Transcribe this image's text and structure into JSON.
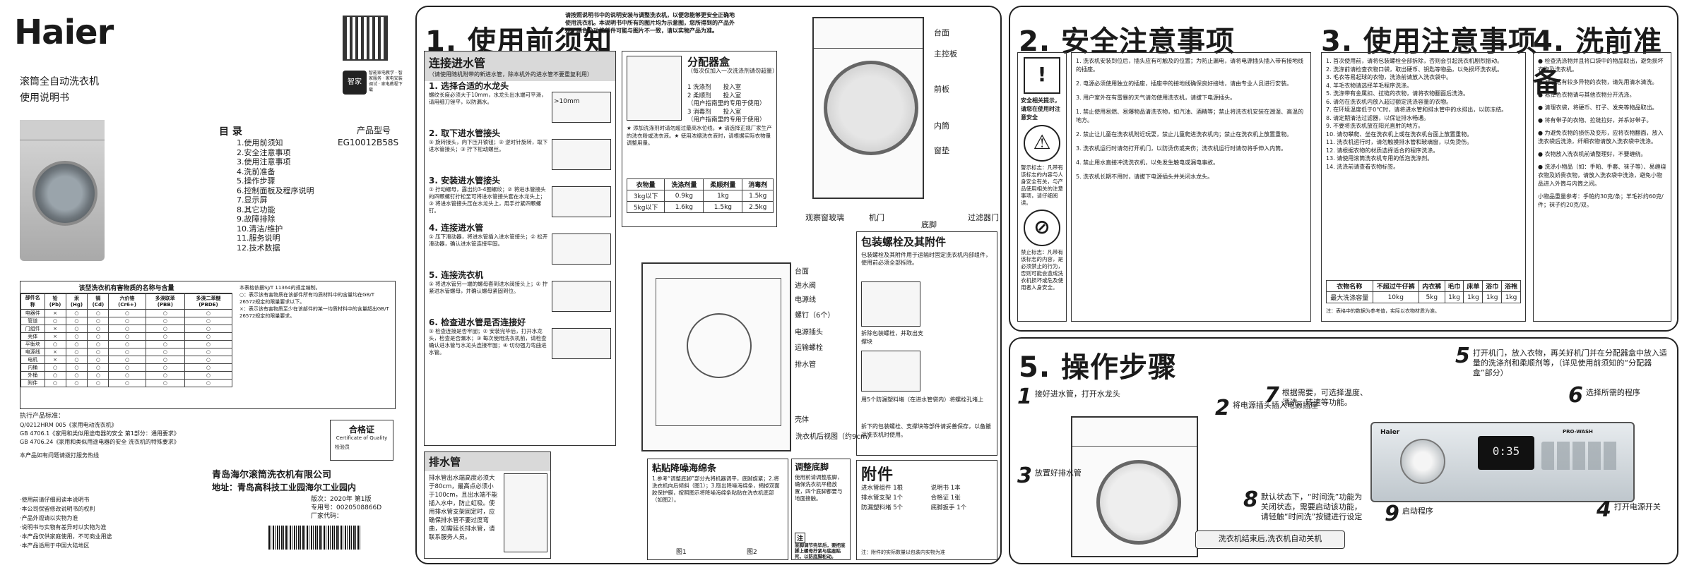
{
  "cover": {
    "logo": "Haier",
    "product_name": "滚筒全自动洗衣机",
    "manual_title": "使用说明书",
    "smart_badge": "智家",
    "qr_caption": "智能家电教学 · 智家服务 · 家电安装调试 · 家电教程下载",
    "model_label": "产品型号",
    "model_number": "EG10012B58S",
    "toc_title": "目 录",
    "toc": [
      "1.使用前须知",
      "2.安全注意事项",
      "3.使用注意事项",
      "4.洗前准备",
      "5.操作步骤",
      "6.控制面板及程序说明",
      "7.显示屏",
      "8.其它功能",
      "9.故障排除",
      "10.清洁/维护",
      "11.服务说明",
      "12.技术数据"
    ],
    "hazard_table_title": "该型洗衣机有害物质的名称与含量",
    "hazard_headers": [
      "部件名称",
      "铅(Pb)",
      "汞(Hg)",
      "镉(Cd)",
      "六价铬(Cr6+)",
      "多溴联苯(PBB)",
      "多溴二苯醚(PBDE)"
    ],
    "hazard_rows": [
      [
        "电器件",
        "×",
        "○",
        "○",
        "○",
        "○",
        "○"
      ],
      [
        "管道",
        "○",
        "○",
        "○",
        "○",
        "○",
        "○"
      ],
      [
        "门组件",
        "×",
        "○",
        "○",
        "○",
        "○",
        "○"
      ],
      [
        "壳体",
        "×",
        "○",
        "○",
        "○",
        "○",
        "○"
      ],
      [
        "平衡块",
        "○",
        "○",
        "○",
        "○",
        "○",
        "○"
      ],
      [
        "电源线",
        "×",
        "○",
        "○",
        "○",
        "○",
        "○"
      ],
      [
        "电机",
        "×",
        "○",
        "○",
        "○",
        "○",
        "○"
      ],
      [
        "内桶",
        "○",
        "○",
        "○",
        "○",
        "○",
        "○"
      ],
      [
        "外桶",
        "○",
        "○",
        "○",
        "○",
        "○",
        "○"
      ],
      [
        "附件",
        "○",
        "○",
        "○",
        "○",
        "○",
        "○"
      ]
    ],
    "hazard_notes": [
      "本表格依据SJ/T 11364的规定编制。",
      "○：表示该有害物质在该部件所有均质材料中的含量均在GB/T 26572规定的限量要求以下。",
      "×：表示该有害物质至少在该部件的某一均质材料中的含量超出GB/T 26572规定的限量要求。"
    ],
    "standards_title": "执行产品标准：",
    "standards": [
      "Q/0212HRM 005《家用电动洗衣机》",
      "GB 4706.1《家用和类似用途电器的安全 第1部分：通用要求》",
      "GB 4706.24《家用和类似用途电器的安全 洗衣机的特殊要求》"
    ],
    "service_note": "本产品如有问题请拨打服务热线",
    "cert_title": "合格证",
    "cert_subtitle": "Certificate of Quality",
    "cert_inspector": "检验员",
    "tips": [
      "·使用前请仔细阅读本说明书",
      "·本公司保留修改说明书的权利",
      "·产品外观请以实物为准",
      "·说明书与实物有差异时以实物为准",
      "·本产品仅供家庭使用，不可商业用途",
      "·本产品适用于中国大陆地区"
    ],
    "company": "青岛海尔滚筒洗衣机有限公司",
    "address": "地址：青岛高科技工业园海尔工业园内",
    "edition_label": "版次：",
    "edition": "2020年 第1版",
    "doc_no_label": "专用号：",
    "doc_no": "0020508866D",
    "factory_label": "厂家代码："
  },
  "sec1": {
    "title": "1. 使用前须知",
    "intro": "请按照说明书中的说明安装与调整洗衣机，以便您能够更安全正确地使用洗衣机。本说明书中所有的图片均为示意图，您所得到的产品外观、颜色及功能部件可能与图片不一致，请以实物产品为准。",
    "box_title": "连接进水管",
    "box_note": "（请使用随机附带的新进水管，除本机外的进水管不要重复利用）",
    "steps": [
      {
        "t": "1. 选择合适的水龙头",
        "d": "螺纹长度必须大于10mm，水龙头出水端可平滑，请用细刀锉平，以防漏水。"
      },
      {
        "t": "2. 取下进水管接头",
        "d": "① 旋转接头，向下压开锁钮；② 逆时针旋转，取下进水管接头；③ 拧下松动螺丝。"
      },
      {
        "t": "3. 安装进水管接头",
        "d": "① 拧动螺母，露出约3-4圈螺纹；② 将进水管接头的四颗螺钉拧松至可将进水管接头套在水龙头上；③ 将进水管接头压在水龙头上，用手拧紧四颗螺钉。"
      },
      {
        "t": "4. 连接进水管",
        "d": "① 压下滑动器，将进水管插入进水管接头；② 松开滑动器，确认进水管连接牢固。"
      },
      {
        "t": "5. 连接洗衣机",
        "d": "① 将进水管另一端的螺母套到进水阀接头上；② 拧紧进水管螺母，并确认螺母紧固到位。"
      },
      {
        "t": "6. 检查进水管是否连接好",
        "d": "① 检查连接是否牢固；② 安装完毕后，打开水龙头，检查是否漏水；③ 每次使用洗衣机前，请检查确认进水管与水龙头连接牢固；④ 切勿强力弯曲进水管。"
      }
    ],
    "m10": ">10mm",
    "dispenser_title": "分配器盒",
    "dispenser_sub": "（每次仅加入一次洗涤剂请勿超量）",
    "dispenser_items": [
      "1 洗涤剂　　投入室",
      "2 柔顺剂　　投入室",
      "（用户指南里的专用于使用）",
      "3 消毒剂　　投入室",
      "（用户指南里的专用于使用）"
    ],
    "dispenser_notes": "★ 添加洗涤剂时请勿超过最高水位线。★ 请选择正规厂家生产的洗衣粉或洗衣液。★ 使用浓缩洗衣液时，请根据实际衣物量调整用量。",
    "dose_headers": [
      "衣物量",
      "洗涤剂量",
      "柔顺剂量",
      "消毒剂"
    ],
    "dose_rows": [
      [
        "3kg以下",
        "0.9kg",
        "1kg",
        "1.5kg"
      ],
      [
        "5kg以下",
        "1.6kg",
        "1.5kg",
        "2.5kg"
      ]
    ],
    "drain_title": "排水管",
    "drain_text": "排水管出水端高度必须大于80cm，最高点必须小于100cm，且出水端不能插入水中，防止虹吸。使用排水管支架固定时，应确保排水管不要过度弯曲，如需延长排水管，请联系服务人员。",
    "leveling_title": "调整底脚",
    "leveling_text": "使用前请调整底脚，确保洗衣机平稳放置，四个底脚都要与地面接触。",
    "noise_title": "粘贴降噪海绵条",
    "noise_steps": "1.参考“调整底脚”部分先将机器调平，底脚旋紧；2.将洗衣机向后倾斜（图1）；3.取出降噪海绵条，揭掉双面胶保护膜，按照图示将降噪海绵条粘贴在洗衣机底部（如图2）。",
    "fig1": "图1",
    "fig2": "图2",
    "note_label": "注",
    "leveling_note": "底脚调节完毕后，要把底脚上螺母拧紧与底座贴死，以防底脚松动。",
    "transport_title": "包装螺栓及其附件",
    "transport_text": "包装螺栓及其附件用于运输时固定洗衣机内部组件，使用前必须全部拆除。",
    "transport_steps": [
      "拆除包装螺栓，并取出支撑块",
      "用5个防漏塑料堵（在进水管袋内）将螺栓孔堵上"
    ],
    "transport_note": "拆下的包装螺栓、支撑块等部件请妥善保存，以备搬运洗衣机时使用。",
    "accessories_title": "附件",
    "accessories": [
      "进水管组件 1根",
      "排水管支架 1个",
      "防漏塑料堵 5个",
      "说明书 1本",
      "合格证 1张",
      "底脚扳手 1个"
    ],
    "accessories_note": "注：附件的实际数量以包装内实物为准",
    "parts_front": [
      "台面",
      "主控板",
      "前板",
      "内筒",
      "窗垫",
      "机门",
      "过滤器门",
      "底脚",
      "观察窗玻璃"
    ],
    "parts_back": [
      "台面",
      "进水阀",
      "电源线",
      "螺钉（6个）",
      "电源插头",
      "运输螺栓",
      "排水管",
      "壳体",
      "洗衣机后视图（约9cm）"
    ]
  },
  "sec2": {
    "title": "2. 安全注意事项",
    "warn_icon": "!",
    "warn_head": "安全相关提示，请您在使用时注意安全",
    "warn_text": "警示标志：凡带有该标志的内容与人身安全有关，与产品使用相关的注意事项，请仔细阅读。",
    "forbid_text": "禁止标志：凡带有该标志的内容，是必须禁止的行为，否则可能会造成洗衣机损坏或危及使用者人身安全。",
    "items": [
      "1. 洗衣机安装到位后，插头应有可触及的位置；为防止漏电，请将电源插头插入带有接地线的插座。",
      "2. 电源必须使用独立的插座，插座中的接地线确保良好接地，请由专业人员进行安装。",
      "3. 用户室外在有雷暴的天气请勿使用洗衣机，请拔下电源插头。",
      "1. 禁止使用易燃、易爆物品清洗衣物，如汽油、酒精等；禁止将洗衣机安装在潮湿、高温的地方。",
      "2. 禁止让儿童在洗衣机附近玩耍，禁止儿童爬进洗衣机内；禁止在洗衣机上放置重物。",
      "3. 洗衣机运行时请勿打开机门，以防烫伤或夹伤；洗衣机运行时请勿将手伸入内筒。",
      "4. 禁止用水直接冲洗洗衣机，以免发生触电或漏电事故。",
      "5. 洗衣机长期不用时，请拔下电源插头并关闭水龙头。"
    ]
  },
  "sec3": {
    "title": "3. 使用注意事项",
    "items": [
      "1. 首次使用前，请将包装螺栓全部拆除，否则会引起洗衣机剧烈振动。",
      "2. 洗涤前请检查衣物口袋，取出硬币、钥匙等物品，以免损坏洗衣机。",
      "3. 毛衣等易起球的衣物，洗涤前请放入洗衣袋中。",
      "4. 羊毛衣物请选择羊毛程序洗涤。",
      "5. 洗涤带有金属扣、拉链的衣物，请将衣物翻面后洗涤。",
      "6. 请勿在洗衣机内放入超过额定洗涤容量的衣物。",
      "7. 在环境温度低于0℃时，请将进水管和排水管中的水排出，以防冻结。",
      "8. 请定期清洁过滤器，以保证排水畅通。",
      "9. 不要将洗衣机放在阳光直射的地方。",
      "10. 请勿攀爬、坐在洗衣机上或在洗衣机台面上放置重物。",
      "11. 洗衣机运行时，请勿触摸排水管和玻璃窗，以免烫伤。",
      "12. 请根据衣物的材质选择适合的程序洗涤。",
      "13. 请使用滚筒洗衣机专用的低泡洗涤剂。",
      "14. 洗涤前请查看衣物标签。"
    ],
    "load_table_title": "洗涤衣物重量参考表",
    "load_headers": [
      "衣物名称",
      "不超过牛仔裤",
      "内衣裤",
      "毛巾",
      "床单",
      "浴巾",
      "浴袍"
    ],
    "load_row": [
      "最大洗涤容量",
      "10kg",
      "5kg",
      "1kg",
      "1kg",
      "1kg",
      "1kg"
    ],
    "load_note": "注：表格中的数据为参考值，实际以衣物材质为准。"
  },
  "sec4": {
    "title": "4. 洗前准备",
    "items": [
      "● 检查洗涤物并且将口袋中的物品取出，避免损坏衣物及洗衣机。",
      "● 对于沾有较多异物的衣物，请先用清水清洗。",
      "● 易掉色衣物请与其他衣物分开洗涤。",
      "● 清理衣袋，将硬币、钉子、发夹等物品取出。",
      "● 将有带子的衣物、拉链拉好，并系好带子。",
      "● 为避免衣物的损伤及变形，应将衣物翻面，放入洗衣袋后洗涤，纤细衣物请放入洗衣袋中洗涤。",
      "● 衣物放入洗衣机前请整理好，不要缠绕。",
      "● 洗涤小物品（如：手帕、手套、袜子等）、易缠绕衣物及娇贵衣物，请放入洗衣袋中洗涤，避免小物品进入外筒与内筒之间。",
      "小物品重量参考：手帕约30克/条；羊毛衫约60克/件；袜子约20克/双。"
    ]
  },
  "sec5": {
    "title": "5. 操作步骤",
    "steps": [
      {
        "n": "1",
        "t": "接好进水管，打开水龙头"
      },
      {
        "n": "2",
        "t": "将电源插头插入电源插座"
      },
      {
        "n": "3",
        "t": "放置好排水管"
      },
      {
        "n": "4",
        "t": "打开电源开关"
      },
      {
        "n": "5",
        "t": "打开机门，放入衣物，再关好机门并在分配器盒中放入适量的洗涤剂和柔顺剂等，（详见使用前须知的“分配器盒”部分）"
      },
      {
        "n": "6",
        "t": "选择所需的程序"
      },
      {
        "n": "7",
        "t": "根据需要，可选择温度、漂洗、转速等功能。"
      },
      {
        "n": "8",
        "t": "默认状态下，“时间洗”功能为关闭状态，需要启动该功能，请轻触“时间洗”按键进行设定"
      },
      {
        "n": "9",
        "t": "启动程序"
      }
    ],
    "display_time": "0:35",
    "panel_brand": "Haier",
    "panel_badge": "PRO-WASH",
    "end_text": "洗衣机结束后,洗衣机自动关机"
  },
  "colors": {
    "border": "#222222",
    "bar": "#d9d9d9",
    "panel": "#cfd6dc"
  }
}
